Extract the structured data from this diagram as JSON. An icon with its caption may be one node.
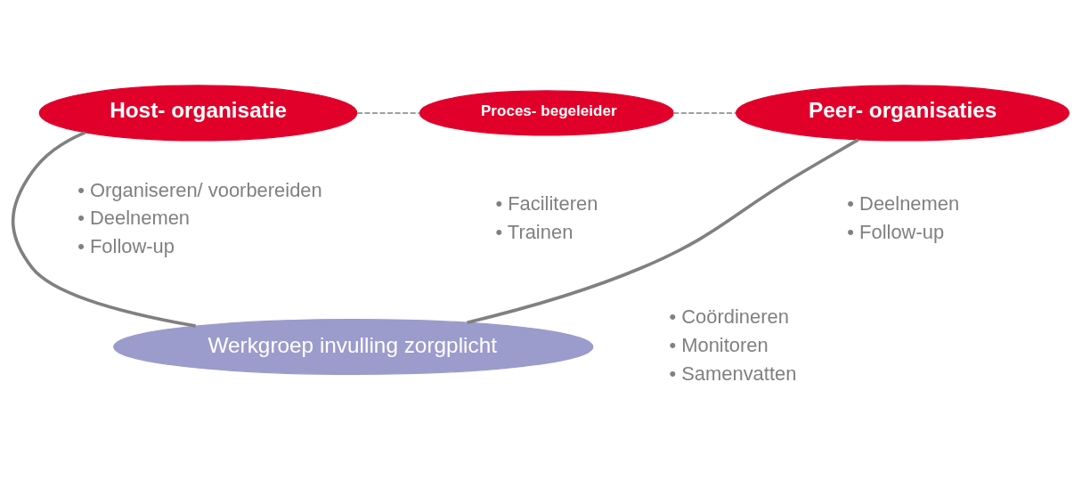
{
  "diagram": {
    "nodes": [
      {
        "text": [
          "Host- organisatie"
        ],
        "beside": [
          "• Organiseren/ voorbereiden",
          "• Deelnemen",
          "• Follow-up"
        ]
      },
      {
        "text": [
          "Proces- begeleider"
        ],
        "beside": [
          "• Faciliteren",
          "• Trainen"
        ]
      },
      {
        "text": [
          "Peer- organisaties"
        ],
        "beside": [
          "• Deelnemen",
          "• Follow-up"
        ]
      },
      {
        "text": [
          "Werkgroep invulling zorgplicht"
        ],
        "beside": [
          "• Coördineren",
          "• Monitoren",
          "• Samenvatten"
        ]
      }
    ],
    "edges": [
      {
        "from": 0,
        "to": 1,
        "arrow": "none",
        "style": "dashed"
      },
      {
        "from": 1,
        "to": 2,
        "arrow": "none",
        "style": "dashed"
      },
      {
        "from": 0,
        "to": 3,
        "arrow": "none",
        "style": "thick"
      },
      {
        "from": 2,
        "to": 3,
        "arrow": "none",
        "style": "thick"
      }
    ]
  }
}
